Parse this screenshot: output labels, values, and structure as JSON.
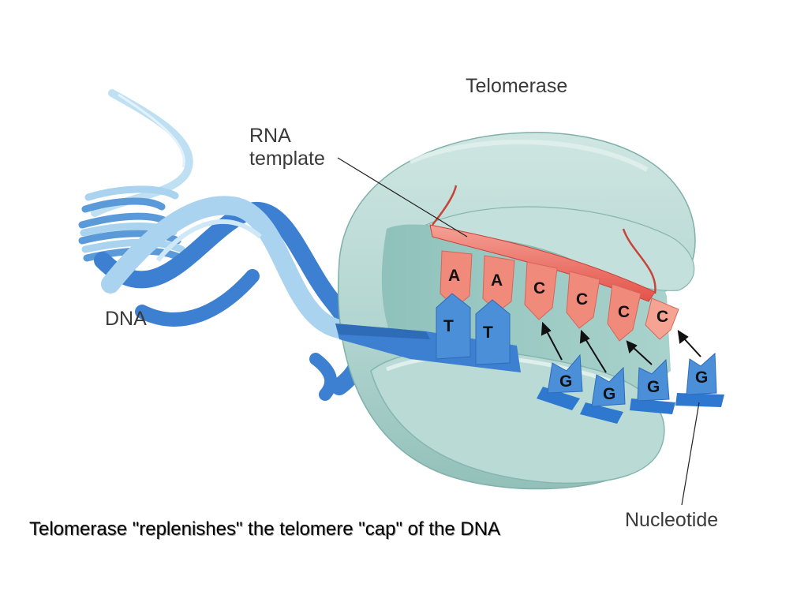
{
  "labels": {
    "telomerase": "Telomerase",
    "rna_template_line1": "RNA",
    "rna_template_line2": "template",
    "dna": "DNA",
    "nucleotide": "Nucleotide"
  },
  "caption": "Telomerase \"replenishes\" the telomere \"cap\" of the DNA",
  "rna_bases": [
    "A",
    "A",
    "C",
    "C",
    "C",
    "C"
  ],
  "paired_dna_bases": [
    "T",
    "T"
  ],
  "incoming_nucleotides": [
    "G",
    "G",
    "G",
    "G"
  ],
  "colors": {
    "enzyme": "#b6d7d2",
    "enzyme_dark": "#8fbdb6",
    "rna": "#ef6a5c",
    "rna_base": "#f08a7a",
    "dna_dark": "#3d7fd0",
    "dna_light": "#a9d3ef",
    "nucleotide": "#4a8fd8"
  }
}
